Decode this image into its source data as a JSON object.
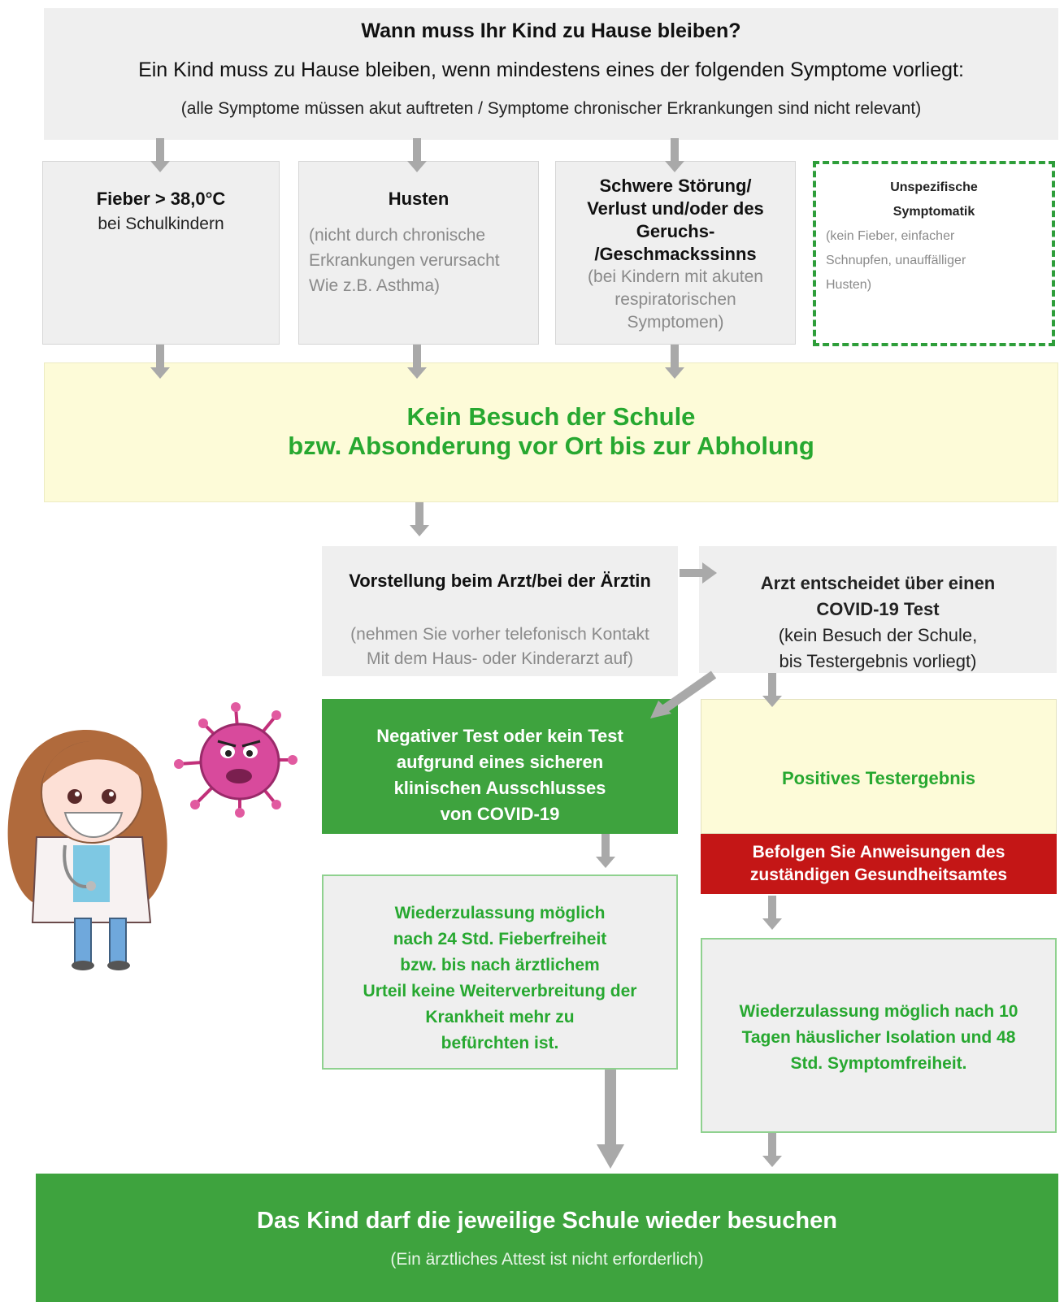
{
  "header": {
    "title": "Wann muss Ihr Kind zu Hause bleiben?",
    "subtitle": "Ein Kind muss zu Hause bleiben, wenn mindestens eines der folgenden Symptome vorliegt:",
    "note": "(alle Symptome müssen akut auftreten / Symptome chronischer Erkrankungen sind nicht relevant)"
  },
  "symptoms": {
    "fever": {
      "title": "Fieber > 38,0°C",
      "detail": "bei Schulkindern"
    },
    "cough": {
      "title": "Husten",
      "detail": [
        "(nicht durch chronische",
        "Erkrankungen verursacht",
        "Wie z.B. Asthma)"
      ]
    },
    "smell": {
      "title": [
        "Schwere Störung/",
        "Verlust und/oder des",
        "Geruchs-",
        "/Geschmackssinns"
      ],
      "detail": [
        "(bei Kindern mit akuten",
        "respiratorischen",
        "Symptomen)"
      ]
    },
    "unspecific": {
      "title": [
        "Unspezifische",
        "Symptomatik"
      ],
      "detail": [
        "(kein Fieber, einfacher",
        "Schnupfen, unauffälliger",
        "Husten)"
      ]
    }
  },
  "no_school": [
    "Kein Besuch der Schule",
    "bzw. Absonderung vor Ort bis zur Abholung"
  ],
  "doctor": {
    "title": "Vorstellung beim Arzt/bei der Ärztin",
    "detail": [
      "(nehmen Sie vorher telefonisch Kontakt",
      "Mit dem Haus- oder Kinderarzt auf)"
    ]
  },
  "covid_test": {
    "title": [
      "Arzt entscheidet über einen",
      "COVID-19 Test"
    ],
    "detail": [
      "(kein Besuch der Schule,",
      "bis Testergebnis vorliegt)"
    ]
  },
  "negative": [
    "Negativer Test oder kein Test",
    "aufgrund eines sicheren",
    "klinischen Ausschlusses",
    "von COVID-19"
  ],
  "positive": "Positives Testergebnis",
  "authority": [
    "Befolgen Sie Anweisungen des",
    "zuständigen Gesundheitsamtes"
  ],
  "readmission_negative": [
    "Wiederzulassung möglich",
    "nach 24 Std. Fieberfreiheit",
    "bzw. bis nach ärztlichem",
    "Urteil keine Weiterverbreitung der",
    "Krankheit mehr zu",
    "befürchten ist."
  ],
  "readmission_positive": [
    "Wiederzulassung möglich nach 10",
    "Tagen häuslicher Isolation und 48",
    "Std. Symptomfreiheit."
  ],
  "final": {
    "title": "Das Kind darf die jeweilige Schule wieder besuchen",
    "note": "(Ein ärztliches Attest ist nicht erforderlich)"
  },
  "colors": {
    "green": "#3ea33e",
    "green_text": "#27a830",
    "yellow": "#fdfbd8",
    "red": "#c41616",
    "grey_box": "#efefef",
    "arrow": "#a9a9a9"
  }
}
